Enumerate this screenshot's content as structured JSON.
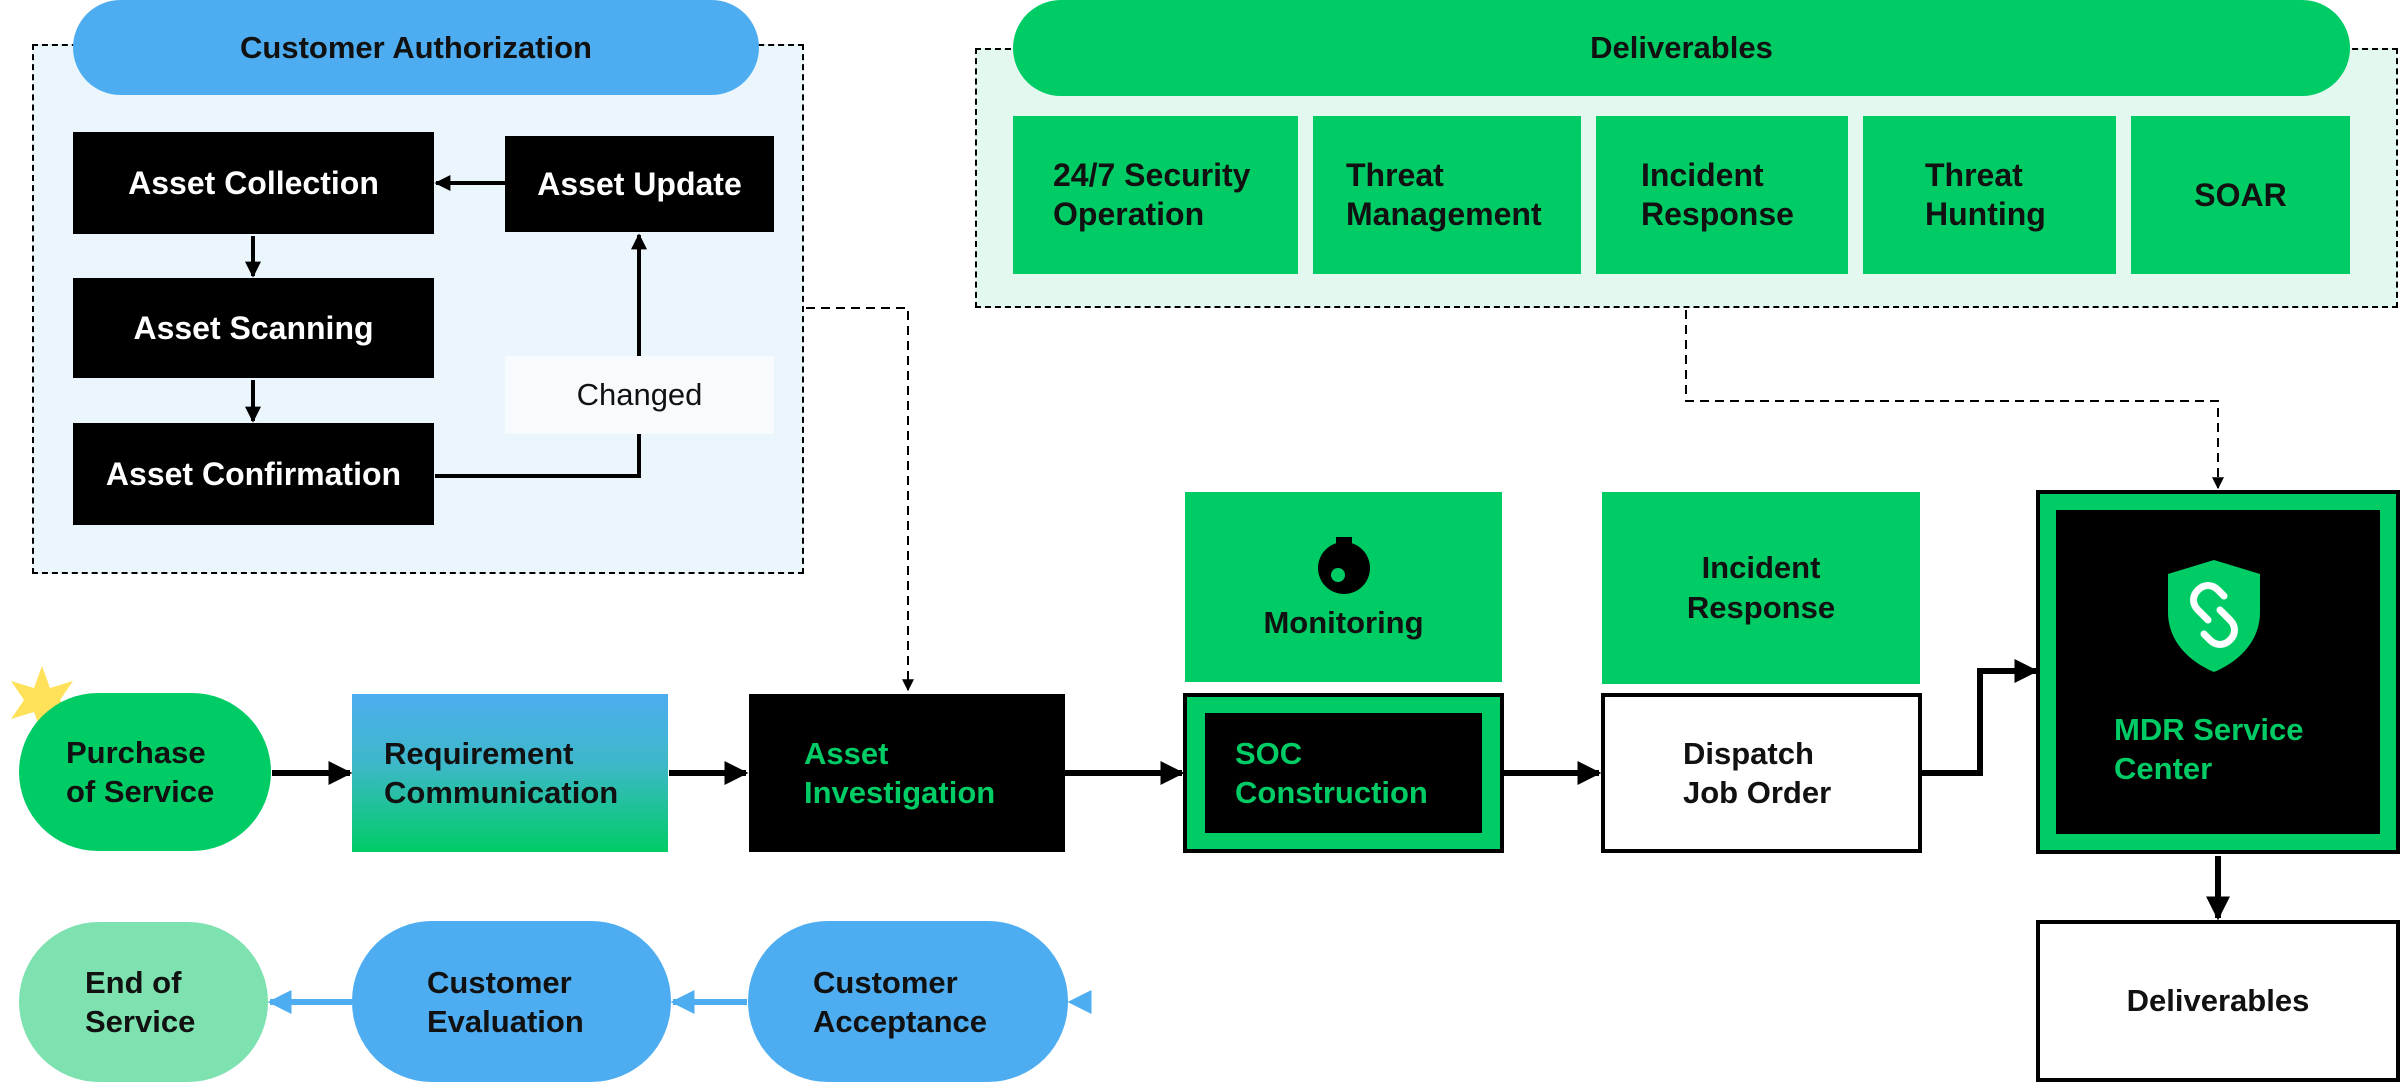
{
  "auth": {
    "title": "Customer Authorization",
    "collection": "Asset Collection",
    "update": "Asset Update",
    "scanning": "Asset Scanning",
    "changed": "Changed",
    "confirmation": "Asset Confirmation"
  },
  "deliverables_top": {
    "title": "Deliverables",
    "items": [
      {
        "line1": "24/7 Security",
        "line2": "Operation"
      },
      {
        "line1": "Threat",
        "line2": "Management"
      },
      {
        "line1": "Incident",
        "line2": "Response"
      },
      {
        "line1": "Threat",
        "line2": "Hunting"
      },
      {
        "line1": "SOAR"
      }
    ]
  },
  "flow": {
    "purchase": {
      "line1": "Purchase",
      "line2": "of Service"
    },
    "requirement": {
      "line1": "Requirement",
      "line2": "Communication"
    },
    "investigation": {
      "line1": "Asset",
      "line2": "Investigation"
    },
    "monitoring": "Monitoring",
    "soc": {
      "line1": "SOC",
      "line2": "Construction"
    },
    "incident": {
      "line1": "Incident",
      "line2": "Response"
    },
    "dispatch": {
      "line1": "Dispatch",
      "line2": "Job Order"
    },
    "mdr": {
      "line1": "MDR Service",
      "line2": "Center"
    },
    "deliverables": "Deliverables",
    "acceptance": {
      "line1": "Customer",
      "line2": "Acceptance"
    },
    "evaluation": {
      "line1": "Customer",
      "line2": "Evaluation"
    },
    "end": {
      "line1": "End of",
      "line2": "Service"
    }
  },
  "colors": {
    "green": "#00CC66",
    "green_light": "#E3F8EE",
    "blue": "#4DADF0",
    "blue_light": "#EAF5FC",
    "mint": "#7EE2B0",
    "black": "#000000",
    "star": "#FFE15A"
  }
}
